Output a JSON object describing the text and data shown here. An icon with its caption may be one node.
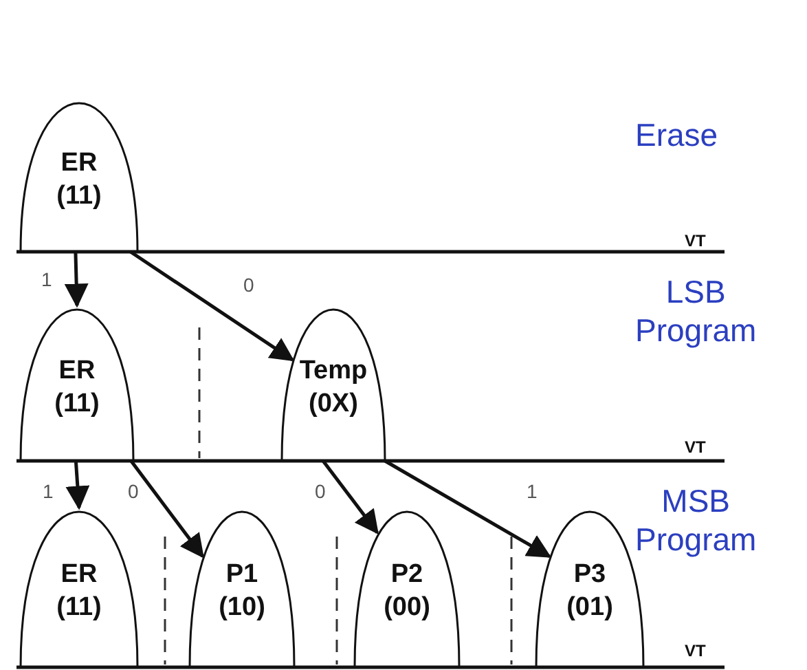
{
  "diagram": {
    "nodes": [
      {
        "text": [
          "ER (11)"
        ]
      },
      {
        "text": [
          "ER (11)"
        ]
      },
      {
        "text": [
          "Temp (0X)"
        ]
      },
      {
        "text": [
          "ER (11)"
        ]
      },
      {
        "text": [
          "P1 (10)"
        ]
      },
      {
        "text": [
          "P2 (00)"
        ]
      },
      {
        "text": [
          "P3 (01)"
        ]
      }
    ],
    "edges": [
      {
        "from": 0,
        "to": 1,
        "arrow": "to",
        "label": "1"
      },
      {
        "from": 0,
        "to": 2,
        "arrow": "to",
        "label": "0"
      },
      {
        "from": 1,
        "to": 3,
        "arrow": "to",
        "label": "1"
      },
      {
        "from": 1,
        "to": 4,
        "arrow": "to",
        "label": "0"
      },
      {
        "from": 2,
        "to": 5,
        "arrow": "to",
        "label": "0"
      },
      {
        "from": 2,
        "to": 6,
        "arrow": "to",
        "label": "1"
      }
    ],
    "labels": [
      "Erase",
      "VT",
      "LSB Program",
      "VT",
      "MSB Program",
      "VT"
    ]
  }
}
